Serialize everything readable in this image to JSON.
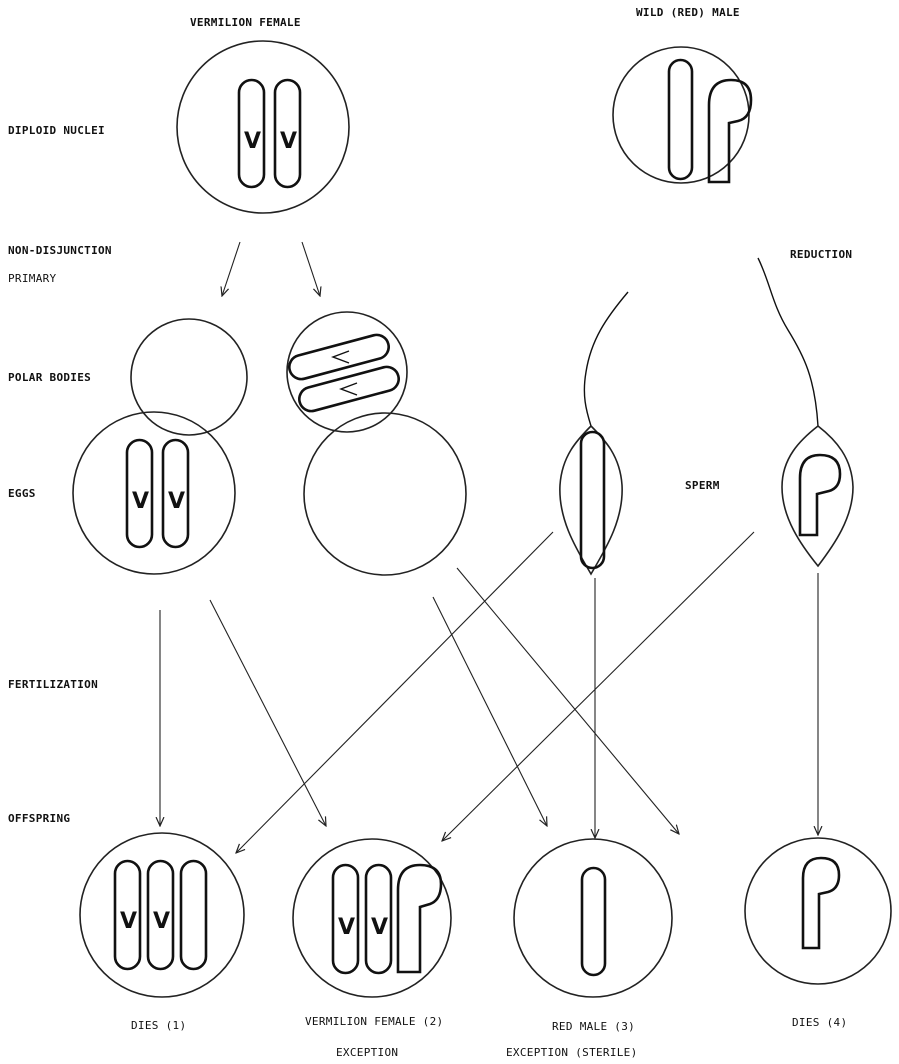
{
  "headings": {
    "vermilion_female": "VERMILION FEMALE",
    "wild_male": "WILD (RED) MALE"
  },
  "row_labels": {
    "diploid_nuclei": "DIPLOID NUCLEI",
    "non_disjunction": "NON-DISJUNCTION",
    "primary": "PRIMARY",
    "reduction": "REDUCTION",
    "polar_bodies": "POLAR BODIES",
    "eggs": "EGGS",
    "sperm": "SPERM",
    "fertilization": "FERTILIZATION",
    "offspring": "OFFSPRING"
  },
  "chromosome_letter": "V",
  "offspring": [
    {
      "line1": "DIES (1)",
      "line2": ""
    },
    {
      "line1": "VERMILION FEMALE (2)",
      "line2": "EXCEPTION"
    },
    {
      "line1": "RED MALE (3)",
      "line2": "EXCEPTION (STERILE)"
    },
    {
      "line1": "DIES (4)",
      "line2": ""
    }
  ]
}
